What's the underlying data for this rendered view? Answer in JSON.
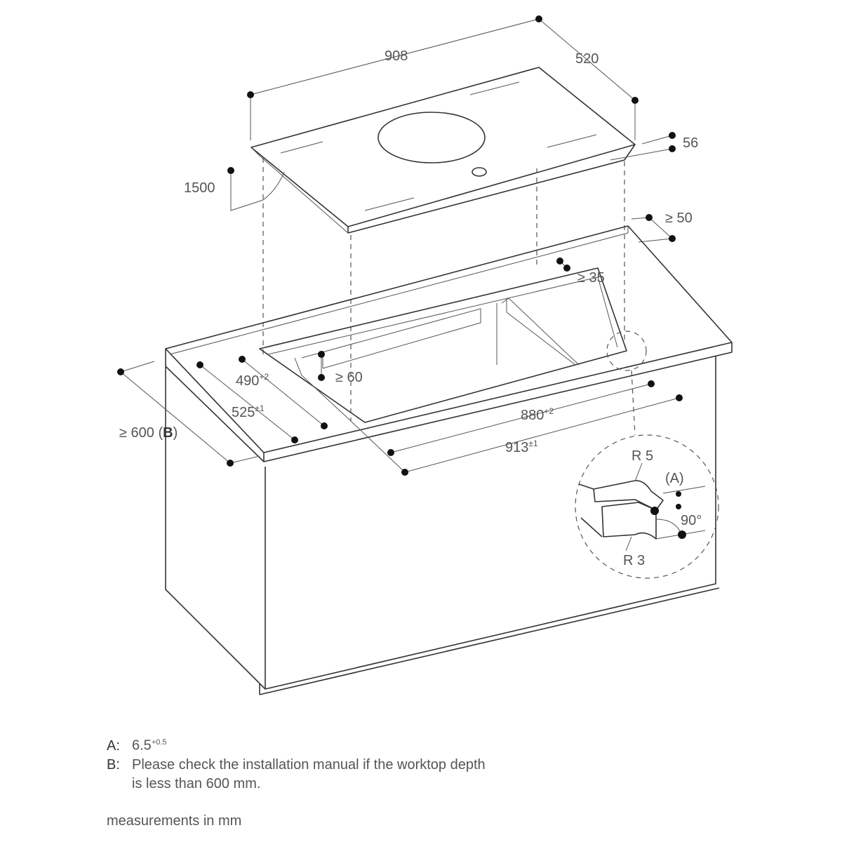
{
  "dimensions": {
    "width": "908",
    "depth": "520",
    "height": "56",
    "cable": "1500",
    "rear_gap": "≥ 50",
    "side_gap": "≥ 35",
    "front_gap": "≥ 60",
    "cutout_depth": {
      "main": "490",
      "sup": "+2"
    },
    "recess_depth": {
      "main": "525",
      "sup": "±1"
    },
    "worktop_depth": {
      "main": "≥ 600 (",
      "b": "B",
      "end": ")"
    },
    "cutout_width": {
      "main": "880",
      "sup": "+2"
    },
    "recess_width": {
      "main": "913",
      "sup": "±1"
    }
  },
  "detail": {
    "radius_top": "R 5",
    "radius_bottom": "R 3",
    "ref_a": "(A)",
    "angle": "90°"
  },
  "notes": {
    "a_key": "A:",
    "a_value": "6.5",
    "a_sup": "+0.5",
    "b_key": "B:",
    "b_line1": "Please check the installation manual if the worktop depth",
    "b_line2": "is less than 600 mm.",
    "units": "measurements in mm"
  }
}
